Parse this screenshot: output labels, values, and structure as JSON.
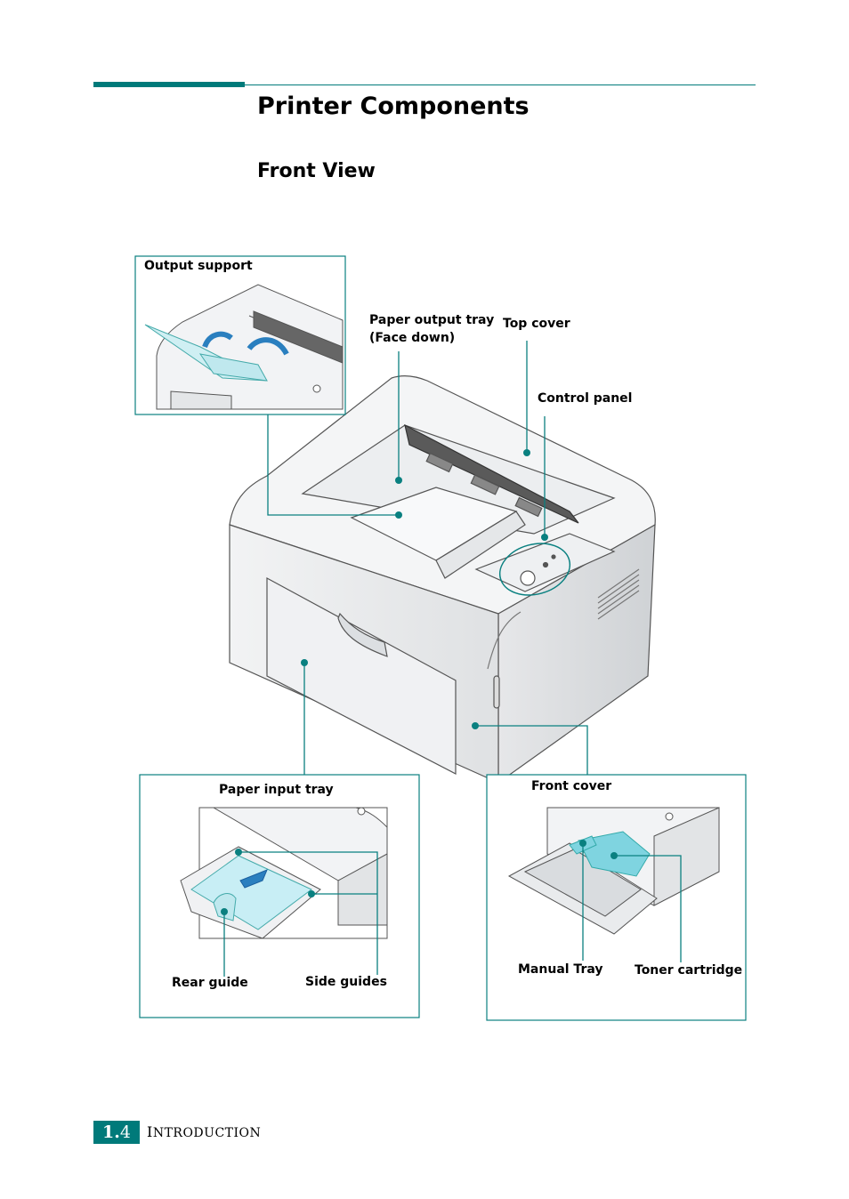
{
  "title": "Printer Components",
  "subtitle": "Front View",
  "labels": {
    "output_support": "Output support",
    "paper_output_tray_line1": "Paper output tray",
    "paper_output_tray_line2": "(Face down)",
    "top_cover": "Top cover",
    "control_panel": "Control panel",
    "paper_input_tray": "Paper input tray",
    "rear_guide": "Rear guide",
    "side_guides": "Side guides",
    "front_cover": "Front cover",
    "manual_tray": "Manual Tray",
    "toner_cartridge": "Toner cartridge"
  },
  "footer": {
    "chapter": "1.",
    "page": "4",
    "section_initial": "I",
    "section_rest": "NTRODUCTION"
  },
  "colors": {
    "accent": "#007a7a",
    "callout_dot": "#0a8080",
    "highlight": "#7fd4e0"
  }
}
